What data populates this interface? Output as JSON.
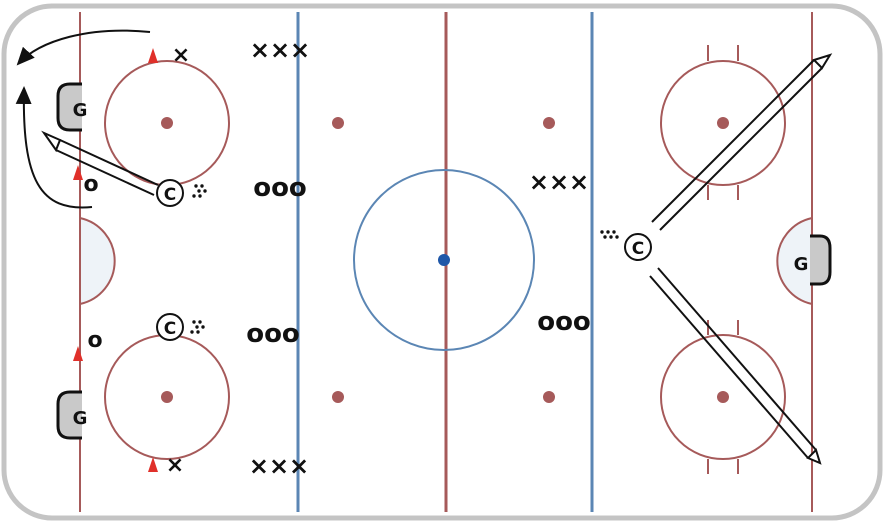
{
  "colors": {
    "board": "#bdbdbd",
    "ice": "#ffffff",
    "red_line": "#a65a5a",
    "blue_line": "#5b86b4",
    "center_dot": "#1f57a8",
    "crease_fill": "#eef3f8",
    "goalie_fill": "#c9c9c9",
    "cone": "#e0302a",
    "ink": "#111111"
  },
  "symbols": {
    "goalie": "G",
    "coach": "C",
    "player_x": "×",
    "player_o": "o"
  },
  "groups": {
    "x_top_left": "×××",
    "o_mid_left": "ooo",
    "o_low_left": "ooo",
    "x_bottom_left": "×××",
    "x_right": "×××",
    "o_right": "ooo"
  },
  "icons": [
    "cone-icon",
    "shot-arrow-icon",
    "skate-path-icon",
    "puck-dots-icon"
  ]
}
